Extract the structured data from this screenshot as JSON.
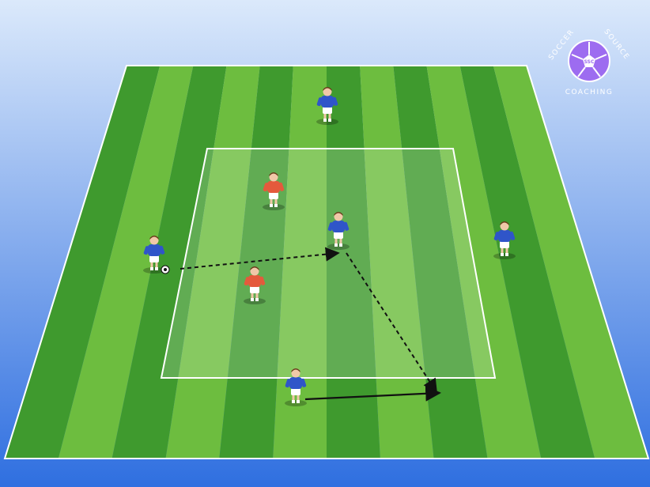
{
  "logo": {
    "text_top_left": "SOCCER",
    "text_top_right": "SOURCE",
    "text_bottom": "COACHING",
    "ball_text": "SSC"
  },
  "colors": {
    "background_top": "#dbe9fb",
    "background_bottom": "#2f6fe0",
    "stripe_dark": "#3f9a2e",
    "stripe_light": "#6dbd3f",
    "team_blue": "#2f55c9",
    "team_red": "#e45a3c",
    "shorts": "#ffffff",
    "logo_purple": "#9d6cf0"
  },
  "players": [
    {
      "team": "blue",
      "role": "outside-top"
    },
    {
      "team": "red",
      "role": "defender-1"
    },
    {
      "team": "blue",
      "role": "inside"
    },
    {
      "team": "blue",
      "role": "outside-left-with-ball"
    },
    {
      "team": "blue",
      "role": "outside-right"
    },
    {
      "team": "red",
      "role": "defender-2"
    },
    {
      "team": "blue",
      "role": "outside-bottom"
    }
  ],
  "arrows": [
    {
      "kind": "pass",
      "style": "dashed"
    },
    {
      "kind": "pass",
      "style": "dashed"
    },
    {
      "kind": "run",
      "style": "solid"
    }
  ]
}
